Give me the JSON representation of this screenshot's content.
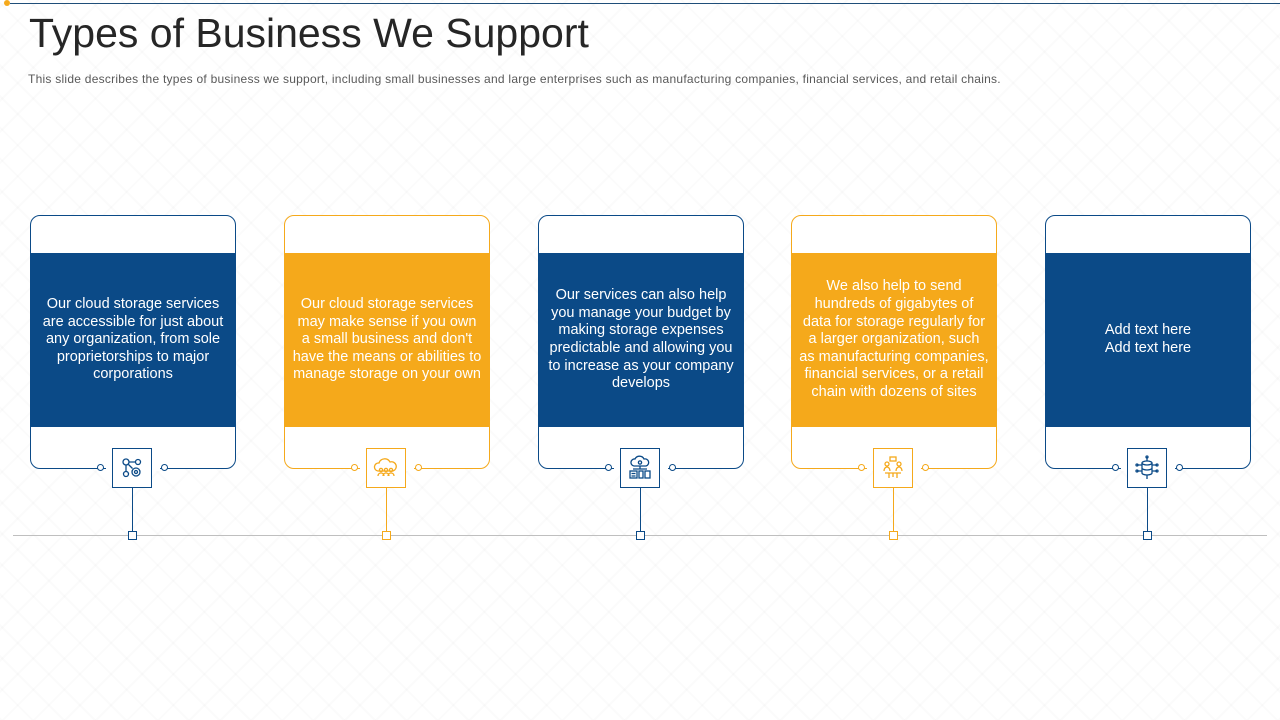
{
  "title": "Types of Business We Support",
  "subtitle": "This slide describes the types of business we support, including small businesses and large enterprises such as manufacturing companies, financial services, and retail chains.",
  "colors": {
    "blue": "#0b4a87",
    "orange": "#f5a91b",
    "title": "#262626"
  },
  "cards": [
    {
      "text": "Our cloud storage services are accessible for just about any organization, from sole proprietorships to major corporations",
      "icon": "network-gear-icon",
      "color": "blue"
    },
    {
      "text": "Our cloud storage services may make sense if you own a small business and don't have the means or abilities to manage storage on your own",
      "icon": "cloud-users-icon",
      "color": "orange"
    },
    {
      "text": "Our services can also help you manage your budget by making storage expenses predictable and allowing you to increase as your company develops",
      "icon": "cloud-server-icon",
      "color": "blue"
    },
    {
      "text": "We also help to send hundreds of gigabytes of data for storage regularly for a larger organization, such as manufacturing companies, financial services, or a retail chain with dozens of sites",
      "icon": "team-meeting-icon",
      "color": "orange"
    },
    {
      "text": "Add text here\nAdd text here",
      "icon": "database-network-icon",
      "color": "blue"
    }
  ]
}
